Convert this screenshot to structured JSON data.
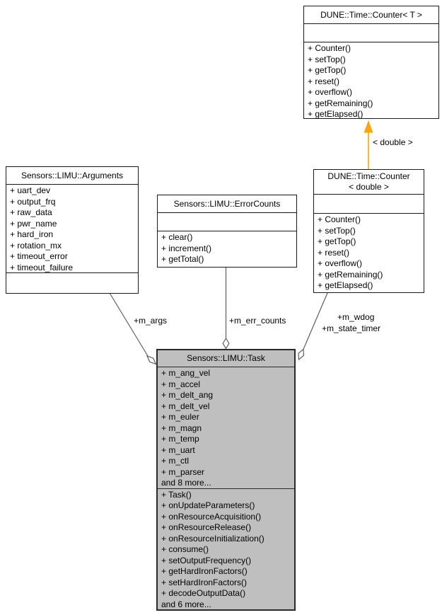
{
  "classes": {
    "counter_t": {
      "title": "DUNE::Time::Counter< T >",
      "attributes": [],
      "methods": [
        "+ Counter()",
        "+ setTop()",
        "+ getTop()",
        "+ reset()",
        "+ overflow()",
        "+ getRemaining()",
        "+ getElapsed()"
      ]
    },
    "arguments": {
      "title": "Sensors::LIMU::Arguments",
      "attributes": [
        "+ uart_dev",
        "+ output_frq",
        "+ raw_data",
        "+ pwr_name",
        "+ hard_iron",
        "+ rotation_mx",
        "+ timeout_error",
        "+ timeout_failure"
      ],
      "methods": []
    },
    "error_counts": {
      "title": "Sensors::LIMU::ErrorCounts",
      "attributes": [],
      "methods": [
        "+ clear()",
        "+ increment()",
        "+ getTotal()"
      ]
    },
    "counter_double": {
      "title_line1": "DUNE::Time::Counter",
      "title_line2": "< double >",
      "attributes": [],
      "methods": [
        "+ Counter()",
        "+ setTop()",
        "+ getTop()",
        "+ reset()",
        "+ overflow()",
        "+ getRemaining()",
        "+ getElapsed()"
      ]
    },
    "task": {
      "title": "Sensors::LIMU::Task",
      "attributes": [
        "+ m_ang_vel",
        "+ m_accel",
        "+ m_delt_ang",
        "+ m_delt_vel",
        "+ m_euler",
        "+ m_magn",
        "+ m_temp",
        "+ m_uart",
        "+ m_ctl",
        "+ m_parser",
        "and 8 more..."
      ],
      "methods": [
        "+ Task()",
        "+ onUpdateParameters()",
        "+ onResourceAcquisition()",
        "+ onResourceRelease()",
        "+ onResourceInitialization()",
        "+ consume()",
        "+ setOutputFrequency()",
        "+ getHardIronFactors()",
        "+ setHardIronFactors()",
        "+ decodeOutputData()",
        "and 6 more..."
      ]
    }
  },
  "edge_labels": {
    "m_args": "+m_args",
    "m_err_counts": "+m_err_counts",
    "m_wdog": "+m_wdog",
    "m_state_timer": "+m_state_timer",
    "template_instantiation": "< double >"
  },
  "colors": {
    "node_fill": "#ffffff",
    "node_border": "#1a1a1a",
    "task_fill": "#bfbfbf",
    "edge_line": "#5e5e5e",
    "template_arrow": "#ffa500"
  }
}
